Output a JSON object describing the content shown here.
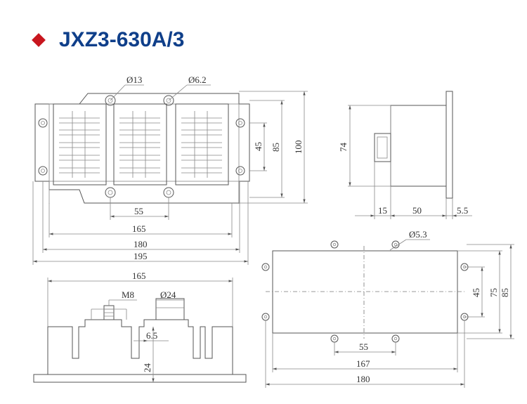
{
  "title": "JXZ3-630A/3",
  "title_color": "#0f3f8a",
  "bullet_color": "#c8161e",
  "bullet_icon": "diamond-icon",
  "front_view": {
    "hole_large": "Ø13",
    "hole_small": "Ø6.2",
    "dim_45": "45",
    "dim_85": "85",
    "dim_100": "100",
    "dim_55": "55",
    "dim_165": "165",
    "dim_180": "180",
    "dim_195": "195"
  },
  "side_view": {
    "dim_74": "74",
    "dim_15": "15",
    "dim_50": "50",
    "dim_5_5": "5.5"
  },
  "bottom_view": {
    "dim_165": "165",
    "thread": "M8",
    "diameter": "Ø24",
    "dim_6_5": "6.5",
    "dim_24": "24"
  },
  "mounting_view": {
    "hole": "Ø5.3",
    "dim_45": "45",
    "dim_75": "75",
    "dim_85": "85",
    "dim_55": "55",
    "dim_167": "167",
    "dim_180": "180"
  }
}
